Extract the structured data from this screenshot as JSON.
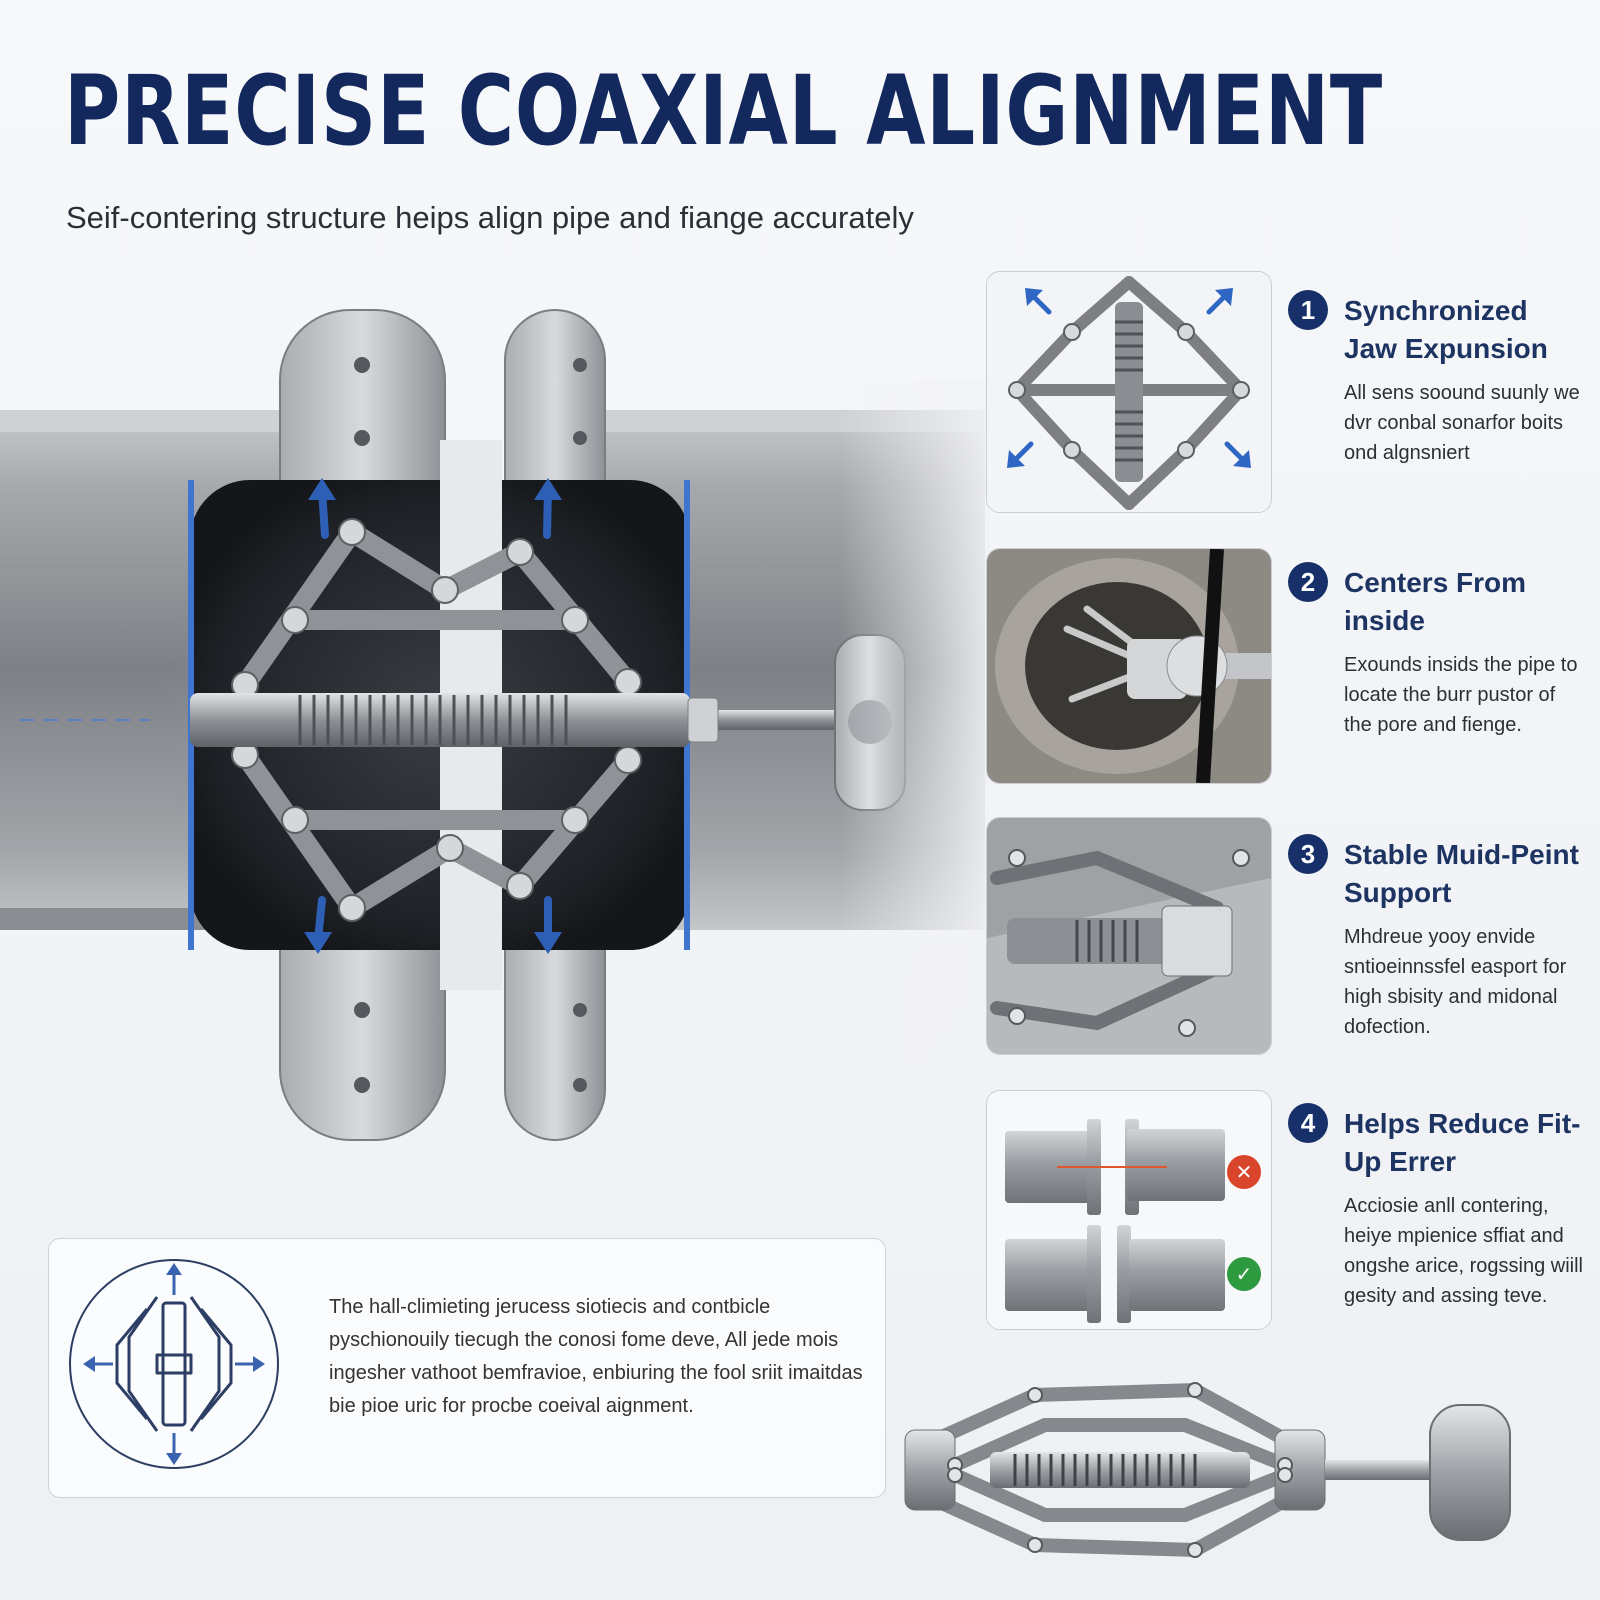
{
  "header": {
    "title": "PRECISE COAXIAL ALIGNMENT",
    "subtitle": "Seif-contering structure heips align pipe and fiange accurately"
  },
  "features": [
    {
      "number": "1",
      "title": "Synchronized Jaw Expunsion",
      "body": "All sens soound suunly we dvr conbal sonarfor boits ond algnsniert",
      "icon": "expanding-jaw-mechanism"
    },
    {
      "number": "2",
      "title": "Centers From inside",
      "body": "Exounds insids the pipe to locate the burr pustor of the pore and fienge.",
      "icon": "pipe-interior-clamp"
    },
    {
      "number": "3",
      "title": "Stable Muid-Peint Support",
      "body": "Mhdreue yooy envide sntioeinnssfel easport for high sbisity and midonal dofection.",
      "icon": "midpoint-support-closeup"
    },
    {
      "number": "4",
      "title": "Helps Reduce Fit-Up Errer",
      "body": "Acciosie anll contering, heiye mpienice sffiat and ongshe arice, rogssing wiill gesity and assing teve.",
      "icon": "alignment-comparison"
    }
  ],
  "comparison": {
    "wrong_mark": "✕",
    "correct_mark": "✓",
    "wrong_color": "#d9452b",
    "correct_color": "#2e9a3f"
  },
  "info_box": {
    "text": "The hall-climieting jerucess siotiecis and contbicle pyschionouily tiecugh the conosi fome deve, All jede mois ingesher vathoot bemfravioe, enbiuring the fool sriit imaitdas bie pioe uric for procbe coeival aignment.",
    "icon": "centering-mechanism-diagram"
  },
  "colors": {
    "title": "#13285c",
    "badge": "#17306a",
    "accent_blue": "#2e5fb6",
    "steel": "#9a9da2"
  }
}
